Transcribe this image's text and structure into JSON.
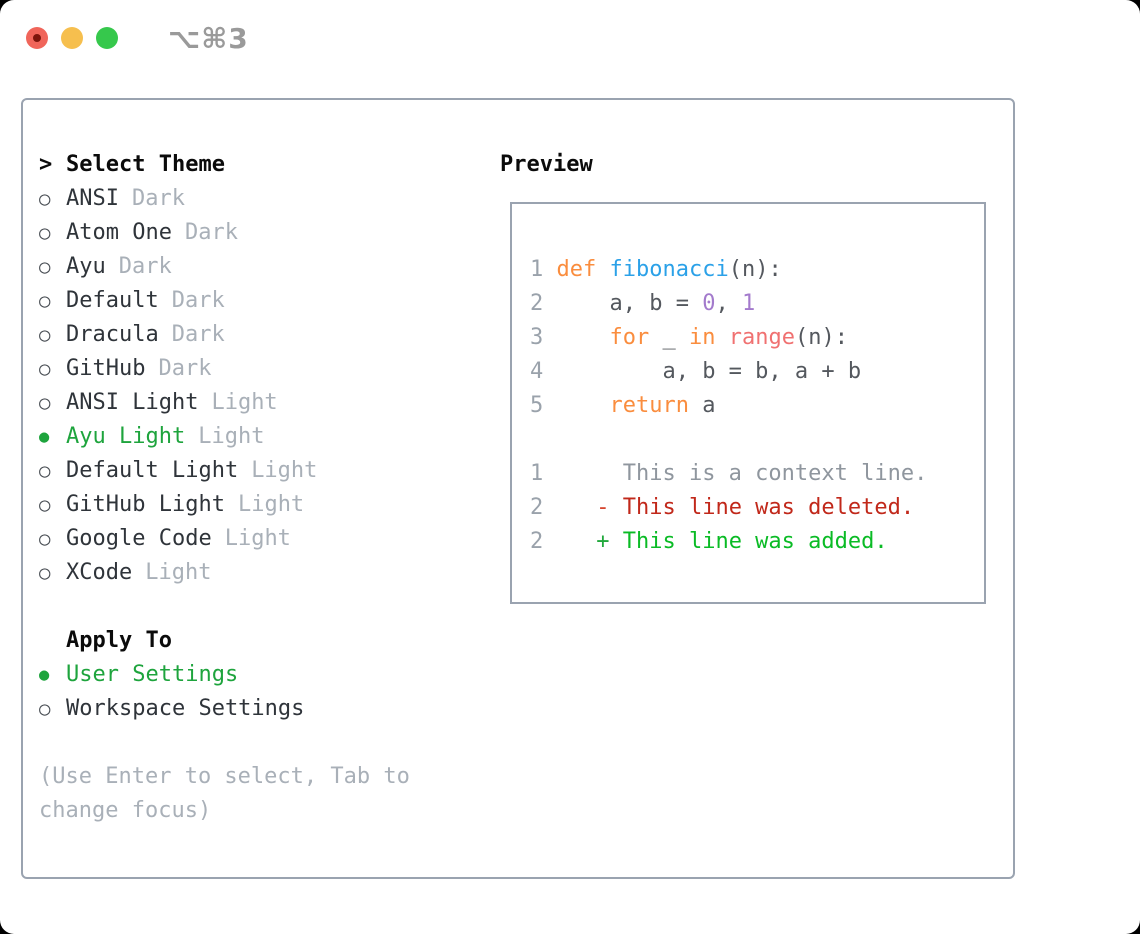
{
  "window": {
    "title": "⌥⌘3"
  },
  "traffic_lights": {
    "close": "#f0655a",
    "minimize": "#f6bf4e",
    "maximize": "#36c84c"
  },
  "icons": {
    "radio_unselected": "○",
    "radio_selected": "●",
    "header_marker": ">"
  },
  "theme_picker": {
    "header_label": "Select Theme",
    "items": [
      {
        "label": "ANSI",
        "variant": "Dark",
        "selected": false
      },
      {
        "label": "Atom One",
        "variant": "Dark",
        "selected": false
      },
      {
        "label": "Ayu",
        "variant": "Dark",
        "selected": false
      },
      {
        "label": "Default",
        "variant": "Dark",
        "selected": false
      },
      {
        "label": "Dracula",
        "variant": "Dark",
        "selected": false
      },
      {
        "label": "GitHub",
        "variant": "Dark",
        "selected": false
      },
      {
        "label": "ANSI Light",
        "variant": "Light",
        "selected": false
      },
      {
        "label": "Ayu Light",
        "variant": "Light",
        "selected": true
      },
      {
        "label": "Default Light",
        "variant": "Light",
        "selected": false
      },
      {
        "label": "GitHub Light",
        "variant": "Light",
        "selected": false
      },
      {
        "label": "Google Code",
        "variant": "Light",
        "selected": false
      },
      {
        "label": "XCode",
        "variant": "Light",
        "selected": false
      }
    ]
  },
  "apply_to": {
    "label": "Apply To",
    "options": [
      {
        "label": "User Settings",
        "selected": true
      },
      {
        "label": "Workspace Settings",
        "selected": false
      }
    ]
  },
  "help_text": "(Use Enter to select, Tab to change focus)",
  "preview": {
    "label": "Preview",
    "lines": [
      {
        "segments": []
      },
      {
        "segments": [
          {
            "t": "1",
            "c": "num"
          },
          {
            "t": " ",
            "c": "fg"
          },
          {
            "t": "def",
            "c": "orange"
          },
          {
            "t": " ",
            "c": "fg"
          },
          {
            "t": "fibonacci",
            "c": "blue"
          },
          {
            "t": "(n):",
            "c": "fg"
          }
        ]
      },
      {
        "segments": [
          {
            "t": "2",
            "c": "num"
          },
          {
            "t": "     a, b = ",
            "c": "fg"
          },
          {
            "t": "0",
            "c": "purple"
          },
          {
            "t": ", ",
            "c": "fg"
          },
          {
            "t": "1",
            "c": "purple"
          }
        ]
      },
      {
        "segments": [
          {
            "t": "3",
            "c": "num"
          },
          {
            "t": "     ",
            "c": "fg"
          },
          {
            "t": "for",
            "c": "orange"
          },
          {
            "t": " _ ",
            "c": "fg"
          },
          {
            "t": "in",
            "c": "orange"
          },
          {
            "t": " ",
            "c": "fg"
          },
          {
            "t": "range",
            "c": "coral"
          },
          {
            "t": "(n):",
            "c": "fg"
          }
        ]
      },
      {
        "segments": [
          {
            "t": "4",
            "c": "num"
          },
          {
            "t": "         a, b = b, a + b",
            "c": "fg"
          }
        ]
      },
      {
        "segments": [
          {
            "t": "5",
            "c": "num"
          },
          {
            "t": "     ",
            "c": "fg"
          },
          {
            "t": "return",
            "c": "orange"
          },
          {
            "t": " a",
            "c": "fg"
          }
        ]
      },
      {
        "segments": []
      },
      {
        "segments": [
          {
            "t": "1",
            "c": "num"
          },
          {
            "t": "      This is a context line.",
            "c": "ctx"
          }
        ]
      },
      {
        "segments": [
          {
            "t": "2",
            "c": "num"
          },
          {
            "t": "    ",
            "c": "fg"
          },
          {
            "t": "-",
            "c": "minus"
          },
          {
            "t": " ",
            "c": "fg"
          },
          {
            "t": "This line was deleted.",
            "c": "del"
          }
        ]
      },
      {
        "segments": [
          {
            "t": "2",
            "c": "num"
          },
          {
            "t": "    ",
            "c": "fg"
          },
          {
            "t": "+",
            "c": "plus"
          },
          {
            "t": " ",
            "c": "fg"
          },
          {
            "t": "This line was added.",
            "c": "add"
          }
        ]
      }
    ]
  },
  "colors": {
    "num": "#9aa2ab",
    "fg": "#54585e",
    "orange": "#fa8d3e",
    "blue": "#2ba1e8",
    "coral": "#f07171",
    "purple": "#a37acc",
    "ctx": "#8f969e",
    "del": "#c1281a",
    "minus": "#d6452e",
    "add": "#0abb25",
    "plus": "#21a83c",
    "selection_green": "#1ea43d",
    "panel_border": "#9aa3b0"
  }
}
